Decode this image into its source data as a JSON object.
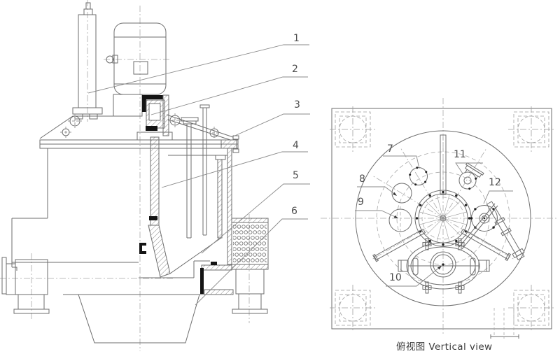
{
  "figure": {
    "caption": "俯视图 Vertical view",
    "callouts": [
      {
        "label": "1"
      },
      {
        "label": "2"
      },
      {
        "label": "3"
      },
      {
        "label": "4"
      },
      {
        "label": "5"
      },
      {
        "label": "6"
      },
      {
        "label": "7"
      },
      {
        "label": "8"
      },
      {
        "label": "9"
      },
      {
        "label": "10"
      },
      {
        "label": "11"
      },
      {
        "label": "12"
      }
    ]
  },
  "colors": {
    "line": "#6e6e6e",
    "seal_black": "#141414",
    "centerline": "#a8a8a8",
    "leader": "#8a8a8a",
    "label_text": "#4d4d4d",
    "background": "#ffffff"
  }
}
